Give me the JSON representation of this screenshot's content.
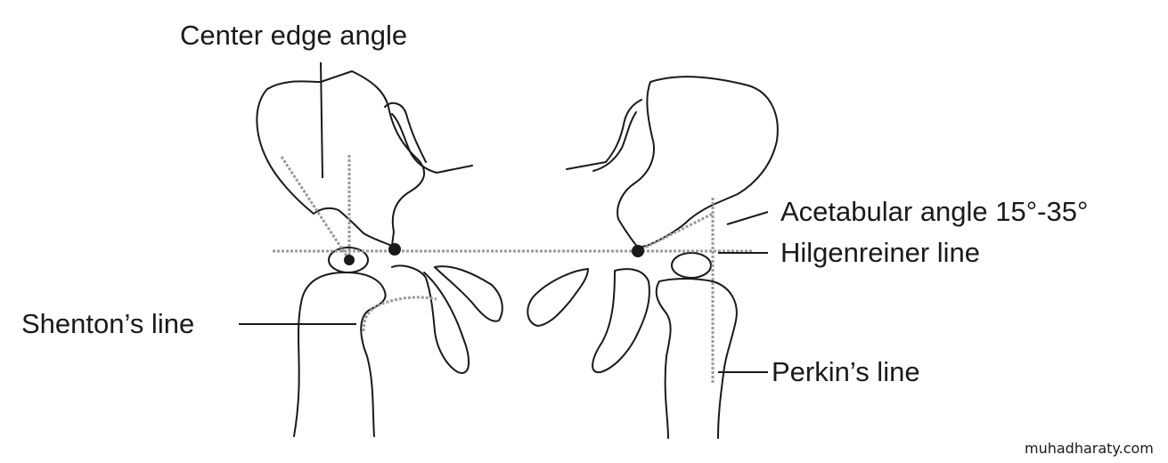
{
  "labels": {
    "center_edge_angle": "Center edge angle",
    "acetabular_angle": "Acetabular angle 15°-35°",
    "hilgenreiner_line": "Hilgenreiner line",
    "shentons_line": "Shenton’s line",
    "perkins_line": "Perkin’s line"
  },
  "watermark": "muhadharaty.com",
  "colors": {
    "ink": "#1a1a1a",
    "guide": "#9a9a9a",
    "background": "#ffffff"
  }
}
